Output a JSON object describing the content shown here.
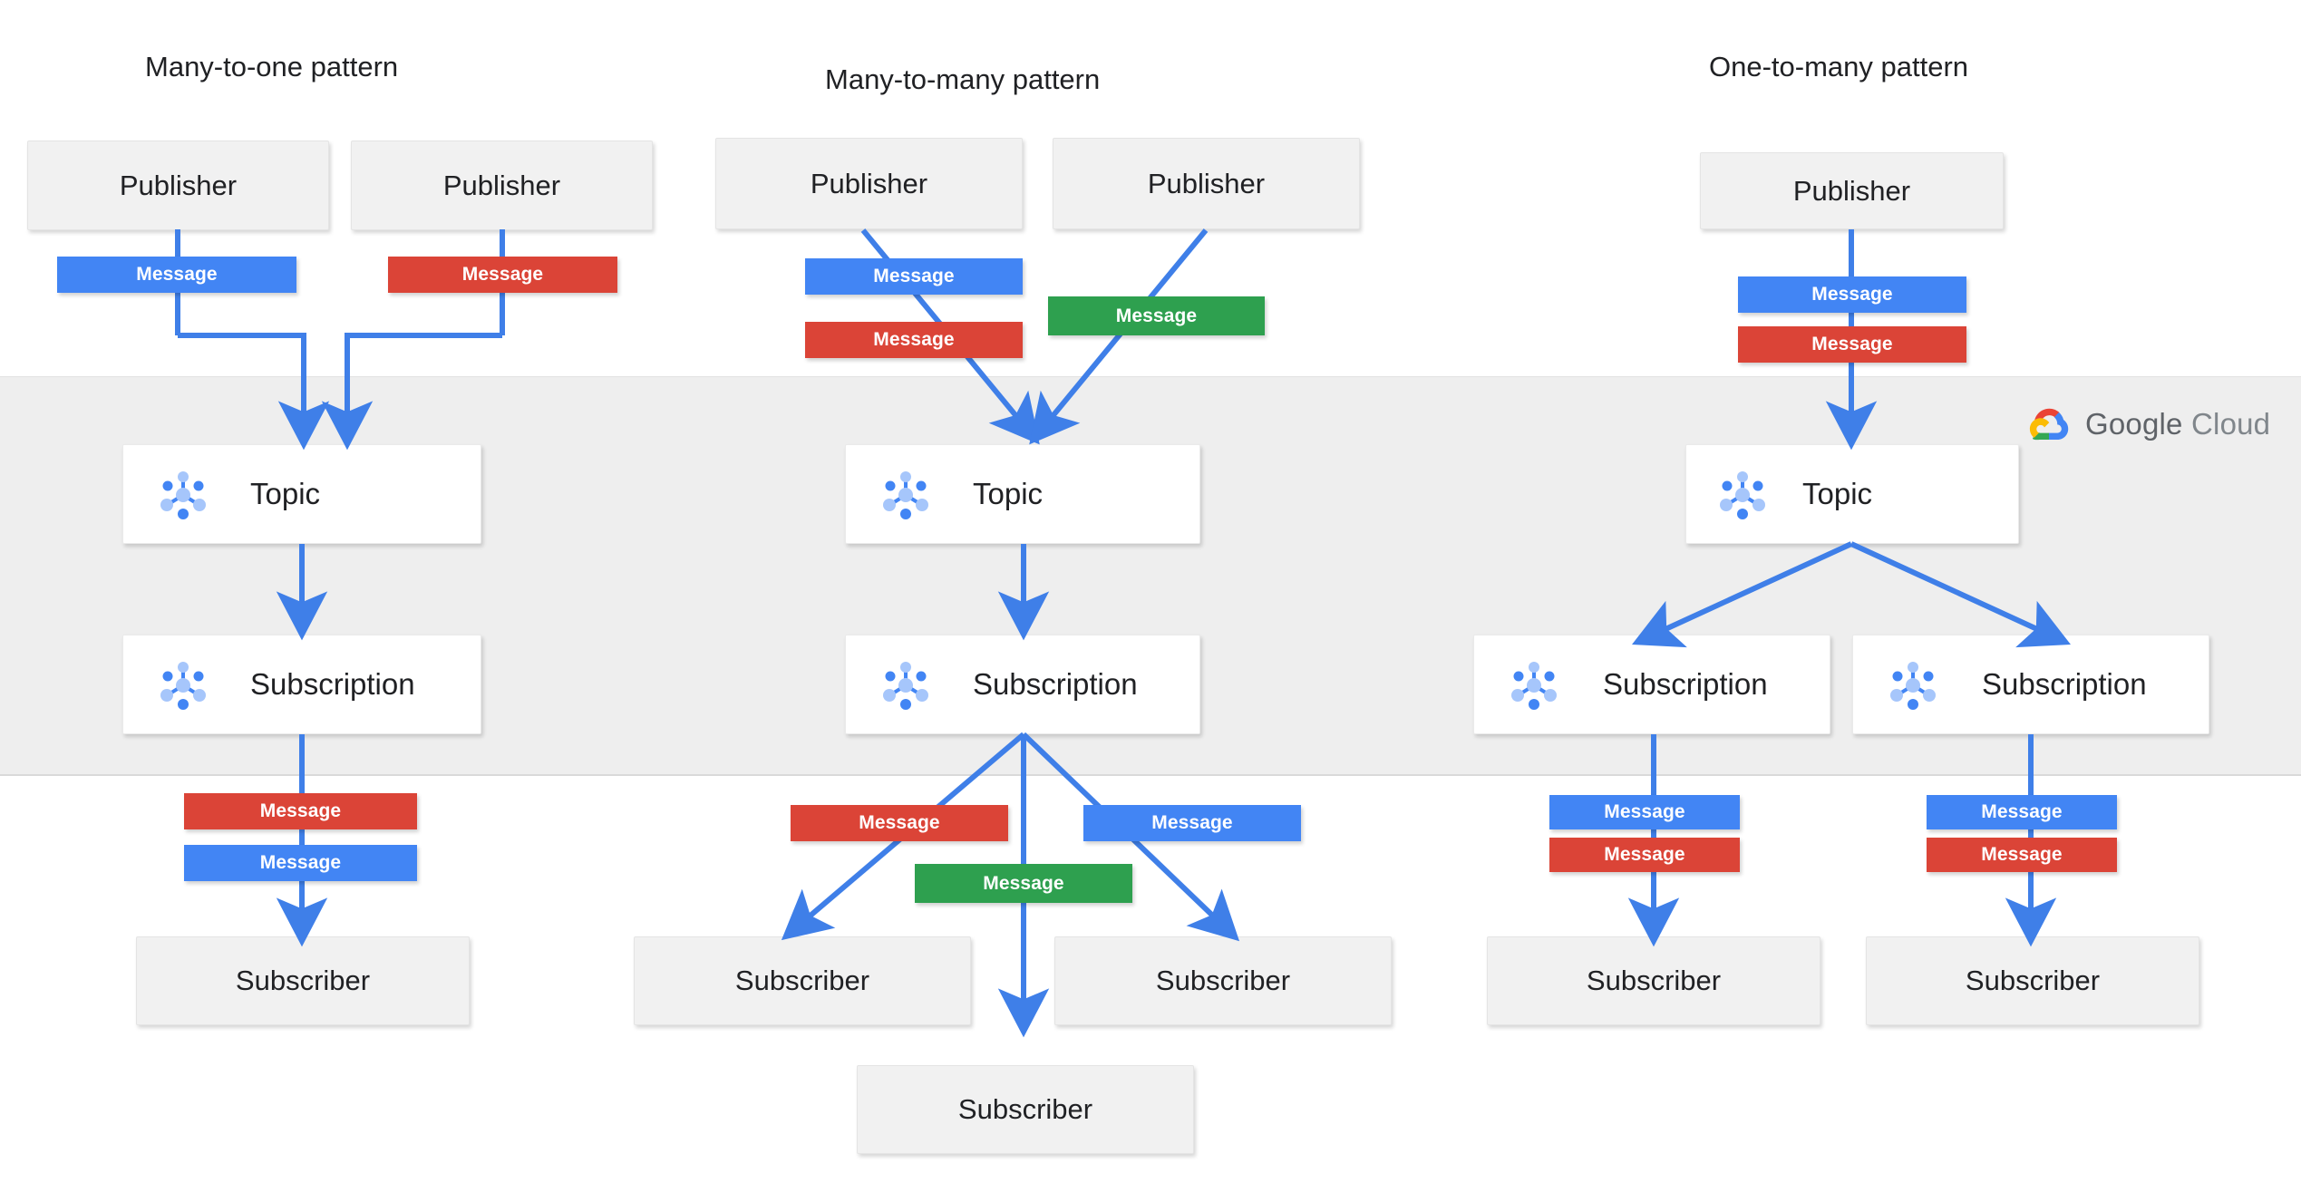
{
  "diagram": {
    "title_left": "Many-to-one pattern",
    "title_middle": "Many-to-many  pattern",
    "title_right": "One-to-many pattern",
    "labels": {
      "publisher": "Publisher",
      "topic": "Topic",
      "subscription": "Subscription",
      "subscriber": "Subscriber",
      "message": "Message"
    },
    "brand": {
      "name_bold": "Google",
      "name_light": "Cloud",
      "colors": {
        "blue": "#4285f4",
        "red": "#db4437",
        "green": "#2ea04f",
        "yellow": "#f9ab00",
        "band": "#eeeeee",
        "node_gray": "#f1f1f1",
        "node_white": "#ffffff",
        "text": "#202124",
        "brand_text": "#5f6368"
      }
    },
    "patterns": [
      {
        "name": "Many-to-one pattern",
        "publishers": [
          "Publisher",
          "Publisher"
        ],
        "publish_messages": [
          "Message",
          "Message"
        ],
        "publish_message_colors": [
          "blue",
          "red"
        ],
        "topics": [
          "Topic"
        ],
        "subscriptions": [
          "Subscription"
        ],
        "deliver_messages": [
          "Message",
          "Message"
        ],
        "deliver_message_colors": [
          "red",
          "blue"
        ],
        "subscribers": [
          "Subscriber"
        ]
      },
      {
        "name": "Many-to-many  pattern",
        "publishers": [
          "Publisher",
          "Publisher"
        ],
        "publish_messages": [
          "Message",
          "Message",
          "Message"
        ],
        "publish_message_colors": [
          "blue",
          "red",
          "green"
        ],
        "topics": [
          "Topic"
        ],
        "subscriptions": [
          "Subscription"
        ],
        "deliver_messages": [
          "Message",
          "Message",
          "Message"
        ],
        "deliver_message_colors": [
          "red",
          "blue",
          "green"
        ],
        "subscribers": [
          "Subscriber",
          "Subscriber",
          "Subscriber"
        ]
      },
      {
        "name": "One-to-many pattern",
        "publishers": [
          "Publisher"
        ],
        "publish_messages": [
          "Message",
          "Message"
        ],
        "publish_message_colors": [
          "blue",
          "red"
        ],
        "topics": [
          "Topic"
        ],
        "subscriptions": [
          "Subscription",
          "Subscription"
        ],
        "deliver_messages": [
          "Message",
          "Message",
          "Message",
          "Message"
        ],
        "deliver_message_colors": [
          "blue",
          "red",
          "blue",
          "red"
        ],
        "subscribers": [
          "Subscriber",
          "Subscriber"
        ]
      }
    ],
    "icons": {
      "pubsub": "pubsub-hub-icon",
      "google_cloud": "google-cloud-logo-icon"
    }
  }
}
